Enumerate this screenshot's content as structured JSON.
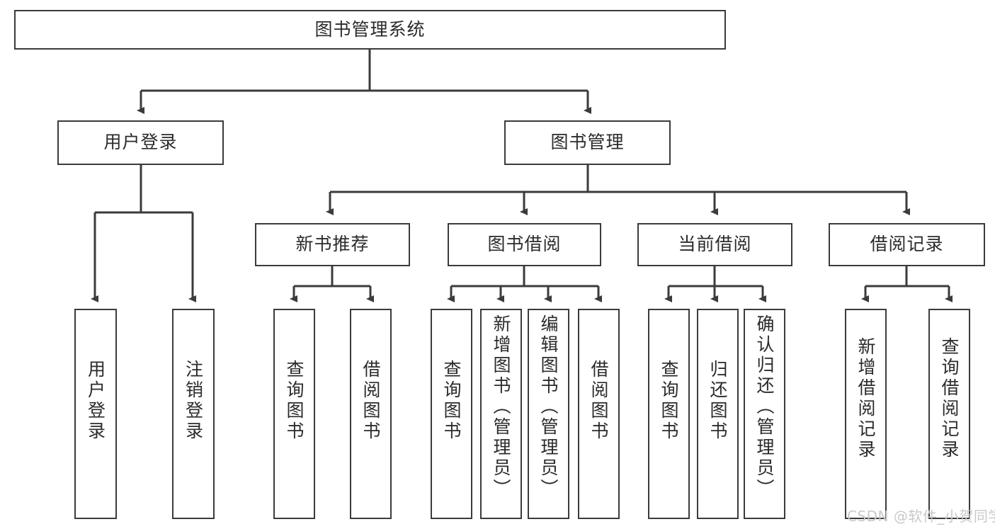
{
  "diagram": {
    "title": "图书管理系统",
    "watermark": "CSDN @软件_小贺同学",
    "line_color": "#3b3b3b",
    "box_fill": "#ffffff",
    "text_color": "#2b2b2b",
    "root": {
      "label": "图书管理系统"
    },
    "level2": [
      {
        "label": "用户登录"
      },
      {
        "label": "图书管理"
      }
    ],
    "level3": [
      {
        "label": "新书推荐"
      },
      {
        "label": "图书借阅"
      },
      {
        "label": "当前借阅"
      },
      {
        "label": "借阅记录"
      }
    ],
    "leaves": {
      "user_login": [
        {
          "label": "用户登录"
        },
        {
          "label": "注销登录"
        }
      ],
      "new_book_recommend": [
        {
          "label": "查询图书"
        },
        {
          "label": "借阅图书"
        }
      ],
      "book_borrow": [
        {
          "label": "查询图书"
        },
        {
          "label": "新增图书（管理员）"
        },
        {
          "label": "编辑图书（管理员）"
        },
        {
          "label": "借阅图书"
        }
      ],
      "current_borrow": [
        {
          "label": "查询图书"
        },
        {
          "label": "归还图书"
        },
        {
          "label": "确认归还（管理员）"
        }
      ],
      "borrow_record": [
        {
          "label": "新增借阅记录"
        },
        {
          "label": "查询借阅记录"
        }
      ]
    }
  }
}
